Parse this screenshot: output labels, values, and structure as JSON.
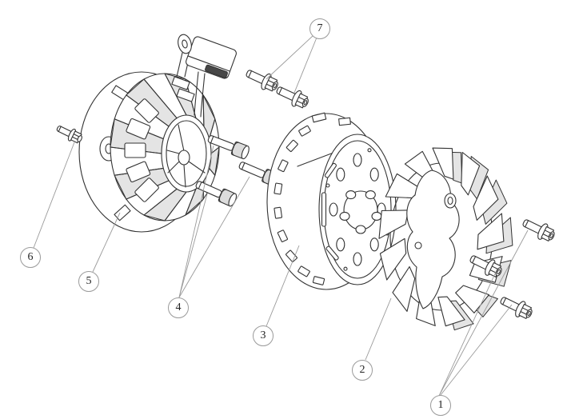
{
  "palette": {
    "background": "#ffffff",
    "line": "#333333",
    "leader": "#9a9a9a",
    "shade": "#e4e4e4"
  },
  "callouts": [
    {
      "label": "1",
      "part": "fan-flange-bolt",
      "quantity": 3
    },
    {
      "label": "2",
      "part": "cooling-fan",
      "quantity": 1
    },
    {
      "label": "3",
      "part": "flywheel-rotor",
      "quantity": 1
    },
    {
      "label": "4",
      "part": "socket-head-mounting-bolt",
      "quantity": 3
    },
    {
      "label": "5",
      "part": "stator-assembly",
      "quantity": 1
    },
    {
      "label": "6",
      "part": "hex-flange-bolt",
      "quantity": 1
    },
    {
      "label": "7",
      "part": "cover-flange-bolt",
      "quantity": 2
    }
  ]
}
